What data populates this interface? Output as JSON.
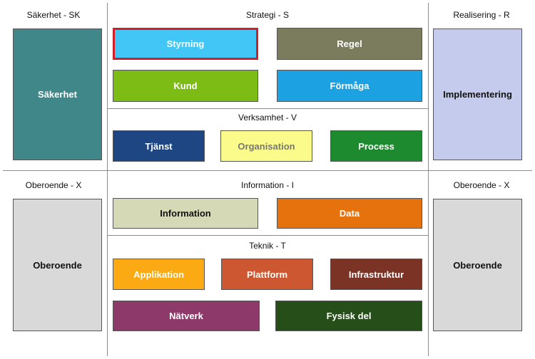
{
  "sections": {
    "security": "Säkerhet - SK",
    "strategy": "Strategi - S",
    "realization": "Realisering - R",
    "business": "Verksamhet - V",
    "independent_left": "Oberoende - X",
    "information": "Information - I",
    "independent_right": "Oberoende - X",
    "technology": "Teknik - T"
  },
  "boxes": {
    "sakerhet": "Säkerhet",
    "implementering": "Implementering",
    "oberoende_left": "Oberoende",
    "oberoende_right": "Oberoende",
    "styrning": "Styrning",
    "regel": "Regel",
    "kund": "Kund",
    "formaga": "Förmåga",
    "tjanst": "Tjänst",
    "organisation": "Organisation",
    "process": "Process",
    "information": "Information",
    "data": "Data",
    "applikation": "Applikation",
    "plattform": "Plattform",
    "infrastruktur": "Infrastruktur",
    "natverk": "Nätverk",
    "fysisk_del": "Fysisk del"
  },
  "colors": {
    "sakerhet": "#3f8789",
    "implementering": "#c5cbec",
    "oberoende": "#d9d9d9",
    "styrning": "#41c6f6",
    "styrning_border": "#d11f25",
    "regel": "#7b7b5e",
    "kund": "#7dbb15",
    "formaga": "#1ca1e3",
    "tjanst": "#1d4683",
    "organisation": "#fbfb8b",
    "process": "#1e8a2f",
    "information": "#d6d9b5",
    "data": "#e5720d",
    "applikation": "#fbaa13",
    "plattform": "#cc5730",
    "infrastruktur": "#7a3325",
    "natverk": "#8d3a6b",
    "fysisk_del": "#254e18"
  }
}
